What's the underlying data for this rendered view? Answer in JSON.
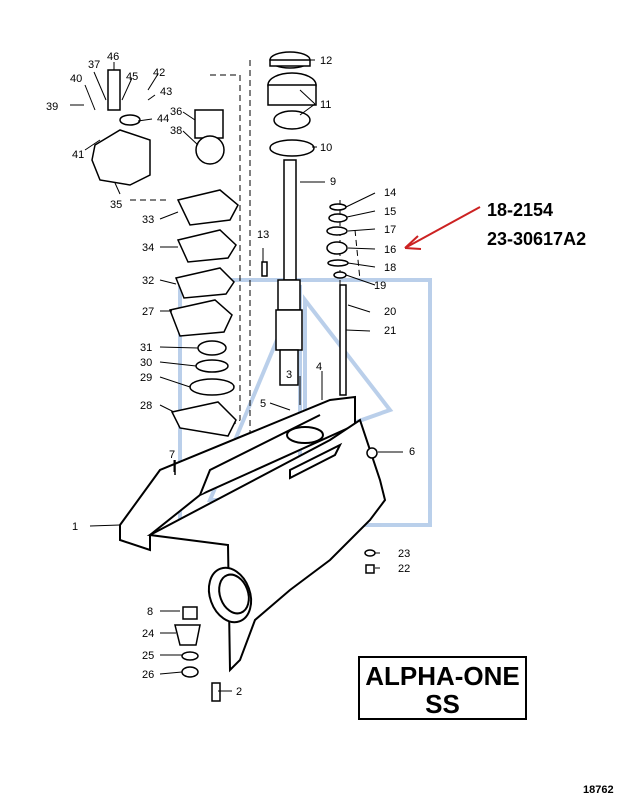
{
  "diagram": {
    "callouts": [
      "1",
      "2",
      "3",
      "4",
      "5",
      "6",
      "7",
      "8",
      "9",
      "10",
      "11",
      "12",
      "13",
      "14",
      "15",
      "16",
      "17",
      "18",
      "19",
      "20",
      "21",
      "22",
      "23",
      "24",
      "25",
      "26",
      "27",
      "28",
      "29",
      "30",
      "31",
      "32",
      "33",
      "34",
      "35",
      "36",
      "37",
      "38",
      "39",
      "40",
      "41",
      "42",
      "43",
      "44",
      "45",
      "46"
    ],
    "part_numbers": [
      "18-2154",
      "23-30617A2"
    ],
    "model_title": [
      "ALPHA-ONE",
      "SS"
    ],
    "drawing_number": "18762",
    "colors": {
      "ink": "#000000",
      "arrow": "#cc2222",
      "watermark": "#a9c4e6"
    }
  }
}
